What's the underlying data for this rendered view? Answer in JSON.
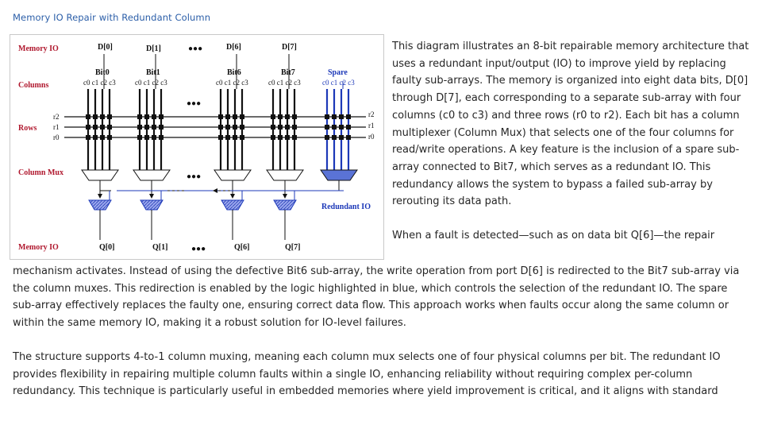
{
  "title": "Memory IO Repair with Redundant Column",
  "figure": {
    "left_labels": {
      "memory_io_top": "Memory IO",
      "columns": "Columns",
      "rows": "Rows",
      "column_mux": "Column Mux",
      "memory_io_bottom": "Memory  IO"
    },
    "row_labels": [
      "r2",
      "r1",
      "r0"
    ],
    "inputs": [
      "D[0]",
      "D[1]",
      "D[6]",
      "D[7]"
    ],
    "bits": [
      "Bit0",
      "Bit1",
      "Bit6",
      "Bit7"
    ],
    "spare": "Spare",
    "column_labels": "c0 c1 c2 c3",
    "outputs": [
      "Q[0]",
      "Q[1]",
      "Q[6]",
      "Q[7]"
    ],
    "dots": "●●●",
    "redundant_io": "Redundant IO"
  },
  "text": {
    "p1": "This diagram illustrates an 8-bit repairable memory architecture that uses a redundant input/output (IO) to improve yield by replacing faulty sub-arrays. The memory is organized into eight data bits, D[0] through D[7], each corresponding to a separate sub-array with four columns (c0 to c3) and three rows (r0 to r2). Each bit has a column multiplexer (Column Mux) that selects one of the four columns for read/write operations. A key feature is the inclusion of a spare sub-array connected to Bit7, which serves as a redundant IO. This redundancy allows the system to bypass a failed sub-array by rerouting its data path.",
    "p2a": "When a fault is detected—such as on data bit Q[6]—the repair",
    "p2b": "mechanism activates. Instead of using the defective Bit6 sub-array, the write operation from port D[6] is redirected to the Bit7 sub-array via the column muxes. This redirection is enabled by the logic highlighted in blue, which controls the selection of the redundant IO. The spare sub-array effectively replaces the faulty one, ensuring correct data flow. This approach works when faults occur along the same column or within the same memory IO, making it a robust solution for IO-level failures.",
    "p3": "The structure supports 4-to-1 column muxing, meaning each column mux selects one of four physical columns per bit. The redundant IO provides flexibility in repairing multiple column faults within a single IO, enhancing reliability without requiring complex per-column redundancy. This technique is particularly useful in embedded memories where yield improvement is critical, and it aligns with standard"
  },
  "colors": {
    "title": "#2b5ea8",
    "label_red": "#b0182e",
    "spare_blue": "#1c38b8",
    "mux_blue": "#5a73d6"
  }
}
